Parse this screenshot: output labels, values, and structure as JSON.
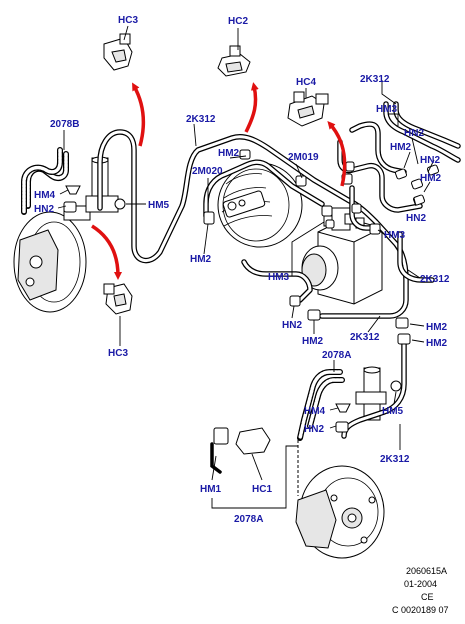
{
  "labels": {
    "hc3_top": "HC3",
    "hc2": "HC2",
    "hc4": "HC4",
    "k2312_top_right": "2K312",
    "b2078": "2078B",
    "k2312_top_mid": "2K312",
    "hm3_top": "HM3",
    "hn2_r1": "HN2",
    "hm2_r1": "HM2",
    "hn2_r2": "HN2",
    "hm2_r2": "HM2",
    "hn2_r3": "HN2",
    "hm2_mid": "HM2",
    "m2019": "2M019",
    "m2020": "2M020",
    "hm4_left": "HM4",
    "hn2_left": "HN2",
    "hm5_top": "HM5",
    "hm2_booster": "HM2",
    "hm3_r": "HM3",
    "hm3_mid": "HM3",
    "k2312_right": "2K312",
    "hc3_bottom": "HC3",
    "hn2_center": "HN2",
    "hm2_center": "HM2",
    "k2312_center": "2K312",
    "hm2_far_a": "HM2",
    "hm2_far_b": "HM2",
    "a2078_top": "2078A",
    "hm4_low": "HM4",
    "hn2_low": "HN2",
    "hm5_low": "HM5",
    "k2312_low": "2K312",
    "hm1": "HM1",
    "hc1": "HC1",
    "a2078_bottom": "2078A"
  },
  "footer": {
    "line1": "2060615A",
    "line2": "01-2004",
    "line3": "CE",
    "line4": "C 0020189 07"
  },
  "colors": {
    "label": "#1a1aa6",
    "arrow": "#e01010",
    "line": "#000000"
  }
}
